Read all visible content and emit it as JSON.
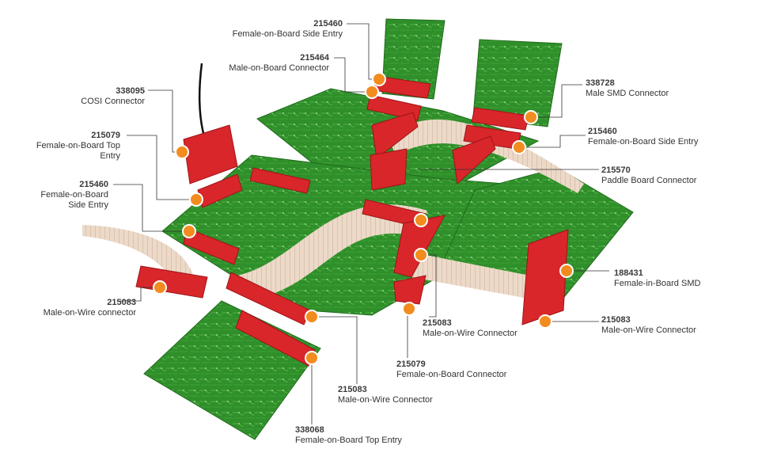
{
  "colors": {
    "pcb": "#2f8f2a",
    "pcb_dark": "#1f6b1c",
    "connector": "#d8262b",
    "ribbon": "#e8d2c0",
    "marker": "#f28c1f",
    "leader": "#333333"
  },
  "callouts": [
    {
      "id": "c1",
      "part": "215460",
      "desc": "Female-on-Board Side Entry"
    },
    {
      "id": "c2",
      "part": "215464",
      "desc": "Male-on-Board Connector"
    },
    {
      "id": "c3",
      "part": "338728",
      "desc": "Male SMD Connector"
    },
    {
      "id": "c4",
      "part": "338095",
      "desc": "COSI Connector"
    },
    {
      "id": "c5",
      "part": "215460",
      "desc": "Female-on-Board Side Entry"
    },
    {
      "id": "c6",
      "part": "215079",
      "desc": "Female-on-Board Top Entry"
    },
    {
      "id": "c7",
      "part": "215570",
      "desc": "Paddle Board Connector"
    },
    {
      "id": "c8",
      "part": "215460",
      "desc": "Female-on-Board Side Entry"
    },
    {
      "id": "c9",
      "part": "188431",
      "desc": "Female-in-Board SMD"
    },
    {
      "id": "c10",
      "part": "215083",
      "desc": "Male-on-Wire connector"
    },
    {
      "id": "c11",
      "part": "215083",
      "desc": "Male-on-Wire Connector"
    },
    {
      "id": "c12",
      "part": "215083",
      "desc": "Male-on-Wire Connector"
    },
    {
      "id": "c13",
      "part": "215079",
      "desc": "Female-on-Board Connector"
    },
    {
      "id": "c14",
      "part": "215083",
      "desc": "Male-on-Wire Connector"
    },
    {
      "id": "c15",
      "part": "338068",
      "desc": "Female-on-Board Top Entry"
    }
  ]
}
